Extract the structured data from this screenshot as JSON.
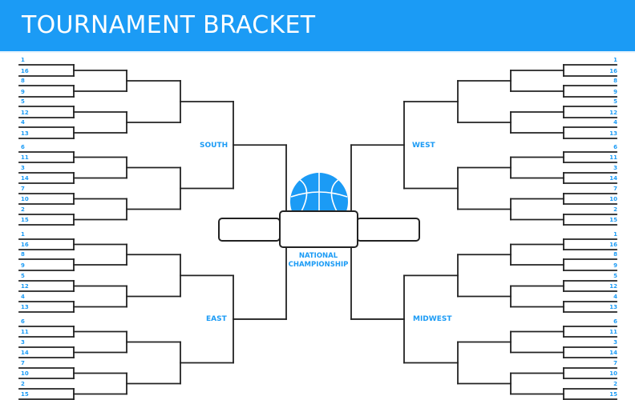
{
  "header": {
    "title": "TOURNAMENT BRACKET"
  },
  "colors": {
    "accent": "#1b9bf5",
    "line": "#222222",
    "background": "#ffffff"
  },
  "seeds": [
    "1",
    "16",
    "8",
    "9",
    "5",
    "12",
    "4",
    "13",
    "6",
    "11",
    "3",
    "14",
    "7",
    "10",
    "2",
    "15"
  ],
  "regions": {
    "top_left": "SOUTH",
    "bottom_left": "EAST",
    "top_right": "WEST",
    "bottom_right": "MIDWEST"
  },
  "center": {
    "icon": "basketball-icon",
    "label_line1": "NATIONAL",
    "label_line2": "CHAMPIONSHIP"
  },
  "layout": {
    "slot_y": [
      81,
      95,
      107,
      121,
      133,
      147,
      159,
      173,
      190,
      203,
      216,
      229,
      242,
      255,
      268,
      281,
      299,
      312,
      324,
      338,
      351,
      364,
      377,
      390,
      408,
      421,
      434,
      447,
      460,
      473,
      486,
      499
    ],
    "left_x": [
      24,
      92,
      158,
      225,
      291,
      357
    ],
    "right_x": [
      769,
      703,
      637,
      571,
      504,
      438
    ]
  }
}
